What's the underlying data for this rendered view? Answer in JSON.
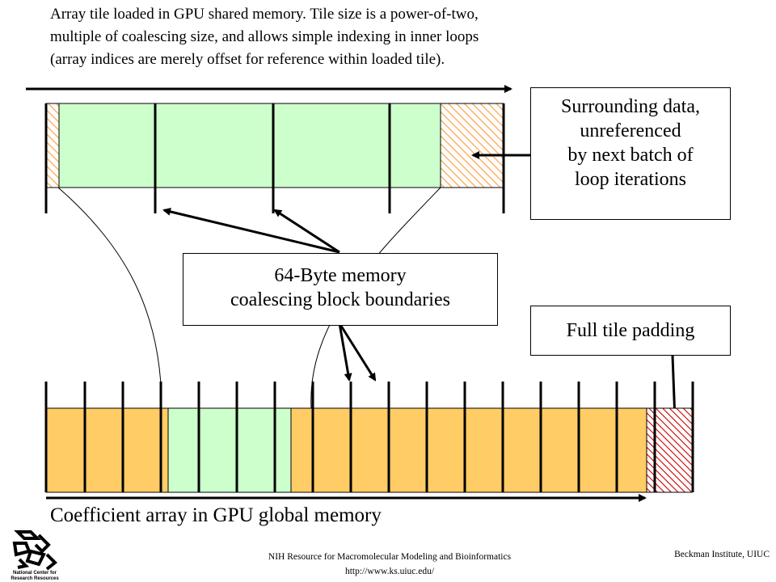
{
  "captions": {
    "top_lines": [
      "Array tile loaded in GPU shared memory.  Tile size is a power-of-two,",
      "multiple of coalescing size, and allows simple indexing in inner loops",
      "(array indices are merely offset for reference within loaded tile)."
    ],
    "bottom": "Coefficient array in GPU global memory"
  },
  "callouts": {
    "surrounding_lines": [
      "Surrounding data,",
      "unreferenced",
      "by next batch of",
      "loop iterations"
    ],
    "coalescing_lines": [
      "64-Byte memory",
      "coalescing block boundaries"
    ],
    "padding": "Full tile padding"
  },
  "footer": {
    "left_lines": [
      "NIH Resource for Macromolecular Modeling and Bioinformatics",
      "http://www.ks.uiuc.edu/"
    ],
    "right": "Beckman Institute, UIUC",
    "logo_text_lines": [
      "National Center for",
      "Research Resources"
    ]
  },
  "colors": {
    "tile_fill": "#ccffcc",
    "global_fill": "#ffcc66",
    "surrounding_hatch": "#ff9933",
    "padding_hatch": "#cc0000",
    "lines": "#000000"
  }
}
